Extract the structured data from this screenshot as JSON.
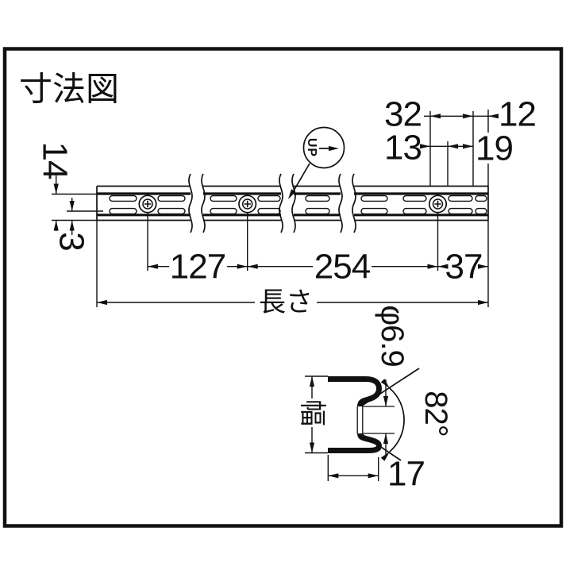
{
  "title": "寸法図",
  "colors": {
    "ink": "#111111",
    "background": "#ffffff"
  },
  "front_view": {
    "up_marker": {
      "label": "UP"
    },
    "dimensions": {
      "rail_height": "14",
      "edge_offset": "3",
      "slot_pitch": "32",
      "end_gap": "12",
      "slot_length": "13",
      "slot_spacing": "19",
      "hole_pitch_first": "127",
      "hole_pitch_middle": "254",
      "end_hole_offset": "37",
      "overall_length_label": "長さ"
    }
  },
  "cross_section": {
    "dimensions": {
      "width_label": "幅",
      "hole_diameter": "φ6.9",
      "countersink_angle": "82°",
      "depth": "17"
    }
  }
}
